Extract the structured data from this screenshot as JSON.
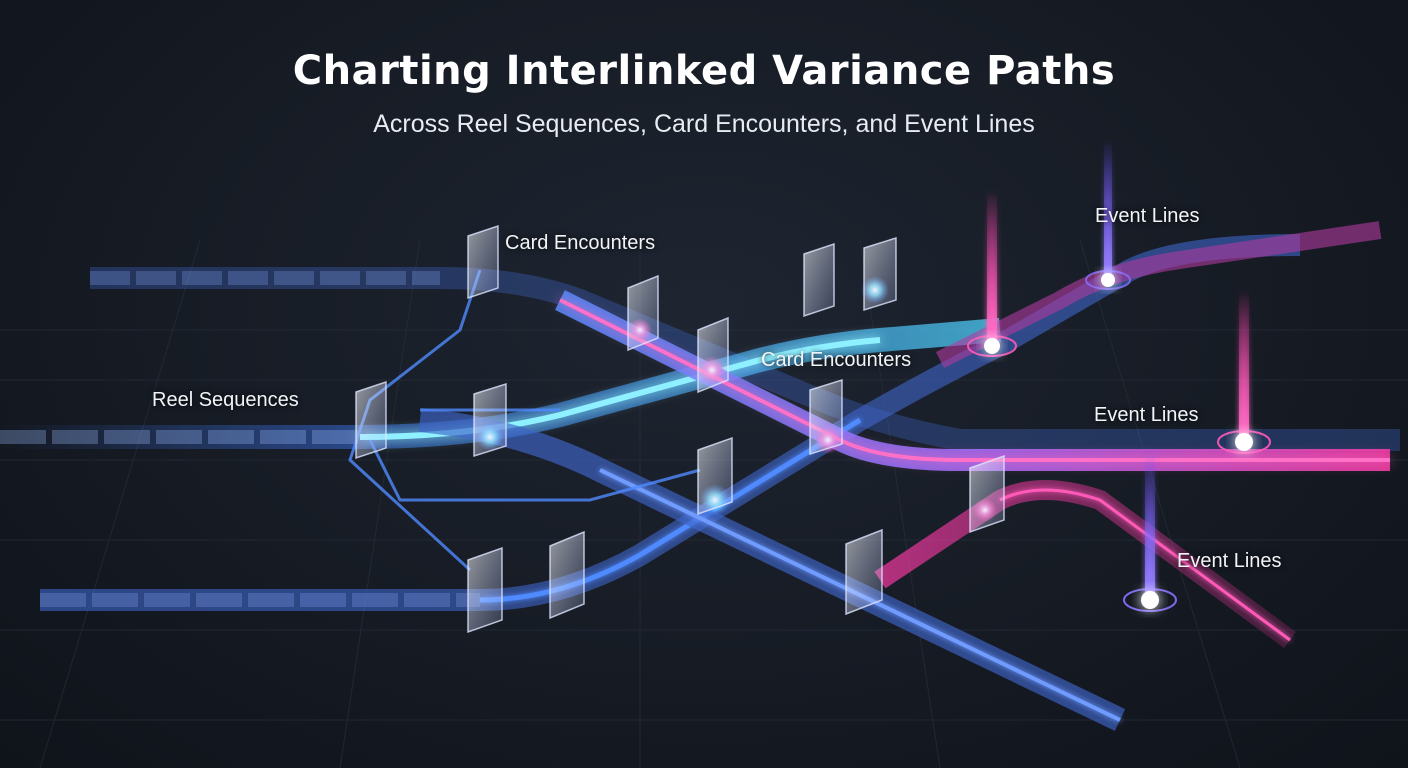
{
  "title": "Charting Interlinked Variance Paths",
  "subtitle": "Across Reel Sequences, Card Encounters, and Event Lines",
  "labels": {
    "reel_sequences": "Reel Sequences",
    "card_encounters_top": "Card Encounters",
    "card_encounters_mid": "Card Encounters",
    "event_lines_top": "Event Lines",
    "event_lines_mid": "Event Lines",
    "event_lines_bottom": "Event Lines"
  },
  "colors": {
    "background": "#161b24",
    "reel_blue": "#3f7bff",
    "reel_cyan": "#4fd6ff",
    "event_magenta": "#ff3aa8",
    "event_violet": "#7b5cff"
  }
}
